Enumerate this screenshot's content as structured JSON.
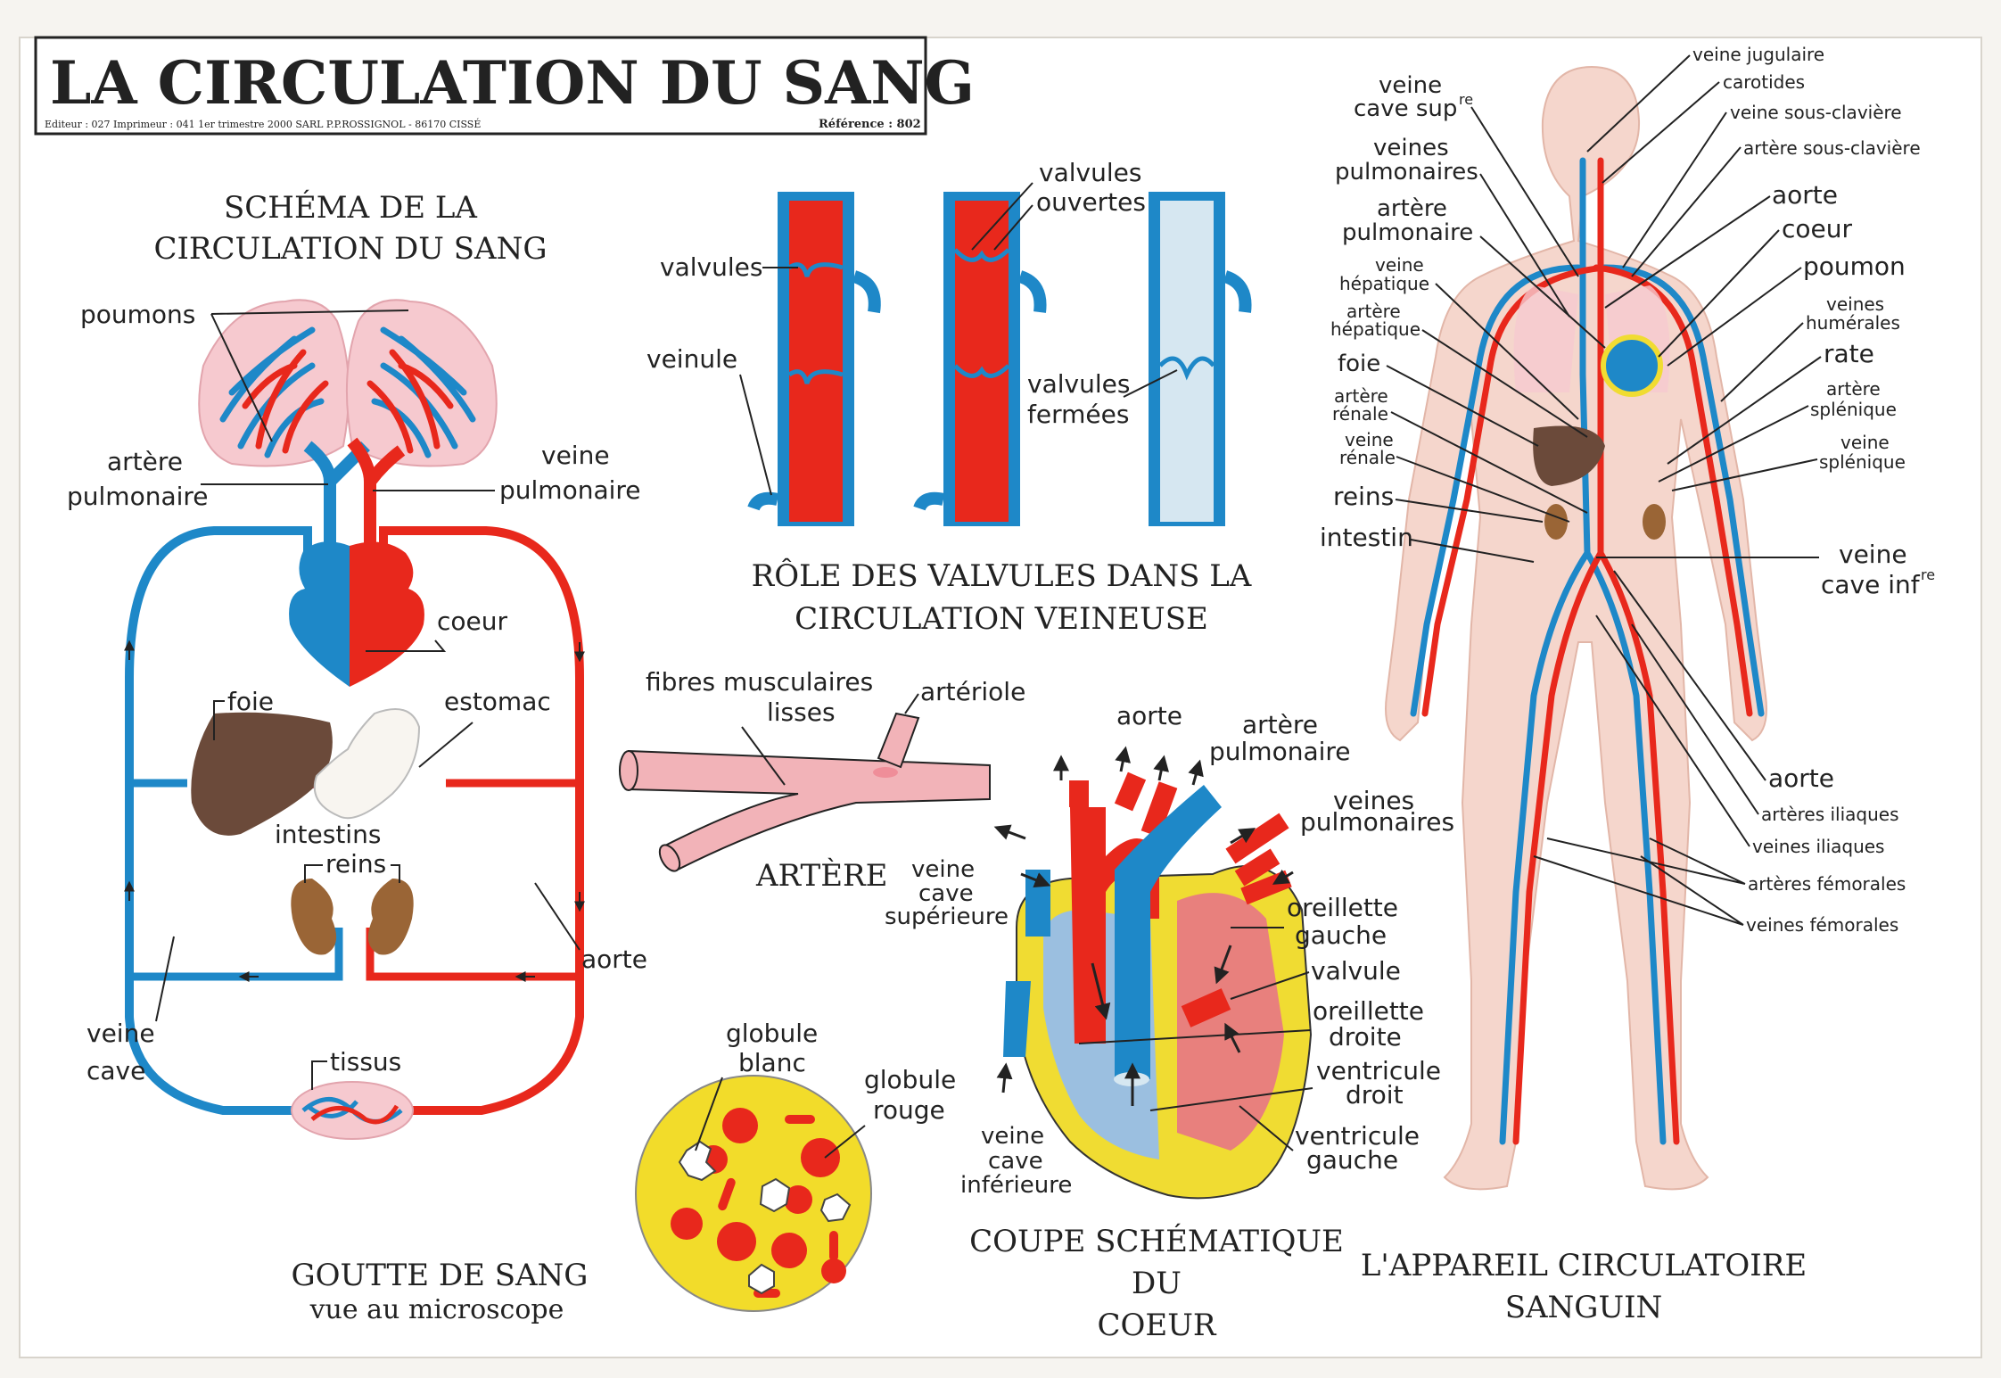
{
  "header": {
    "title": "LA CIRCULATION DU SANG",
    "imprint": "Editeur : 027   Imprimeur : 041   1er trimestre 2000  SARL P.P.ROSSIGNOL - 86170 CISSÉ",
    "reference": "Référence : 802"
  },
  "colors": {
    "artery": "#e8281c",
    "vein": "#1e88c8",
    "lung": "#f6c9cf",
    "heart_wall": "#f0dc32",
    "liver": "#6b4a3a",
    "kidney": "#9a6536",
    "body_skin": "#f5d6cc",
    "artere_pink": "#f2b3b8"
  },
  "schema": {
    "title_line1": "SCHÉMA DE LA",
    "title_line2": "CIRCULATION DU SANG",
    "labels": {
      "poumons": "poumons",
      "artere_l1": "artère",
      "artere_l2": "pulmonaire",
      "veine_l1": "veine",
      "veine_l2": "pulmonaire",
      "coeur": "coeur",
      "foie": "foie",
      "estomac": "estomac",
      "intestins": "intestins",
      "reins": "reins",
      "aorte": "aorte",
      "veine_cave_l1": "veine",
      "veine_cave_l2": "cave",
      "tissus": "tissus"
    }
  },
  "valvules": {
    "title_line1": "RÔLE DES VALVULES DANS LA",
    "title_line2": "CIRCULATION VEINEUSE",
    "labels": {
      "valvules": "valvules",
      "veinule": "veinule",
      "ouvertes_l1": "valvules",
      "ouvertes_l2": "ouvertes",
      "fermees_l1": "valvules",
      "fermees_l2": "fermées"
    }
  },
  "artere": {
    "title": "ARTÈRE",
    "labels": {
      "fibres_l1": "fibres  musculaires",
      "fibres_l2": "lisses",
      "arteriole": "artériole"
    }
  },
  "goutte": {
    "title_line1": "GOUTTE DE SANG",
    "title_line2": "vue au microscope",
    "labels": {
      "blanc_l1": "globule",
      "blanc_l2": "blanc",
      "rouge_l1": "globule",
      "rouge_l2": "rouge"
    }
  },
  "coeur": {
    "title_line1": "COUPE SCHÉMATIQUE",
    "title_line2": "DU",
    "title_line3": "COEUR",
    "labels": {
      "aorte": "aorte",
      "artere_l1": "artère",
      "artere_l2": "pulmonaire",
      "vp_l1": "veines",
      "vp_l2": "pulmonaires",
      "vcs_l1": "veine",
      "vcs_l2": "cave",
      "vcs_l3": "supérieure",
      "og_l1": "oreillette",
      "og_l2": "gauche",
      "valvule": "valvule",
      "od_l1": "oreillette",
      "od_l2": "droite",
      "vd_l1": "ventricule",
      "vd_l2": "droit",
      "vg_l1": "ventricule",
      "vg_l2": "gauche",
      "vci_l1": "veine",
      "vci_l2": "cave",
      "vci_l3": "inférieure"
    }
  },
  "appareil": {
    "title_line1": "L'APPAREIL CIRCULATOIRE",
    "title_line2": "SANGUIN",
    "left": {
      "vcs_l1": "veine",
      "vcs_l2": "cave sup",
      "vcs_sup": "re",
      "vp_l1": "veines",
      "vp_l2": "pulmonaires",
      "ap_l1": "artère",
      "ap_l2": "pulmonaire",
      "vh_l1": "veine",
      "vh_l2": "hépatique",
      "ah_l1": "artère",
      "ah_l2": "hépatique",
      "foie": "foie",
      "ar_l1": "artère",
      "ar_l2": "rénale",
      "vr_l1": "veine",
      "vr_l2": "rénale",
      "reins": "reins",
      "intestin": "intestin"
    },
    "right": {
      "jugulaire": "veine jugulaire",
      "carotides": "carotides",
      "sous_claviere_v": "veine sous-clavière",
      "sous_claviere_a": "artère sous-clavière",
      "aorte": "aorte",
      "coeur": "coeur",
      "poumon": "poumon",
      "humerales_l1": "veines",
      "humerales_l2": "humérales",
      "rate": "rate",
      "splenique_a_l1": "artère",
      "splenique_a_l2": "splénique",
      "splenique_v_l1": "veine",
      "splenique_v_l2": "splénique",
      "vci_l1": "veine",
      "vci_l2": "cave inf",
      "vci_sup": "re",
      "aorte2": "aorte",
      "art_iliaques": "artères iliaques",
      "v_iliaques": "veines iliaques",
      "art_femorales": "artères fémorales",
      "v_femorales": "veines fémorales"
    }
  }
}
